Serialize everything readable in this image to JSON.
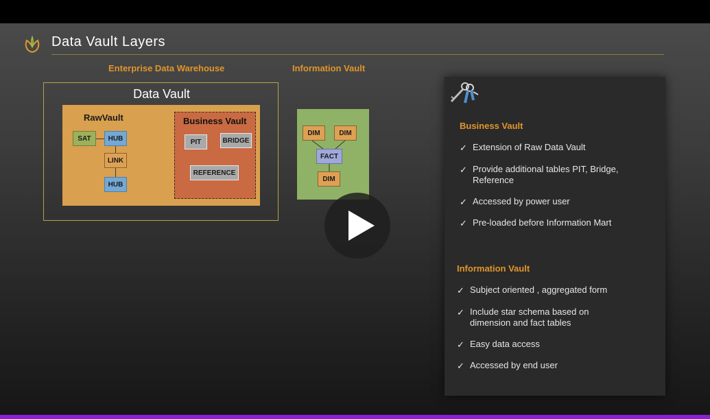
{
  "slide": {
    "title": "Data Vault Layers"
  },
  "headers": {
    "edw": "Enterprise Data Warehouse",
    "iv": "Information Vault"
  },
  "data_vault": {
    "title": "Data Vault",
    "raw_vault": {
      "title": "RawVault",
      "nodes": [
        "SAT",
        "HUB",
        "LINK",
        "HUB"
      ]
    },
    "business_vault": {
      "title": "Business Vault",
      "nodes": [
        "PIT",
        "BRIDGE",
        "REFERENCE"
      ]
    }
  },
  "info_vault_diagram": {
    "nodes": [
      "DIM",
      "DIM",
      "FACT",
      "DIM"
    ]
  },
  "panel": {
    "business_vault": {
      "heading": "Business Vault",
      "items": [
        "Extension of Raw Data Vault",
        "Provide additional tables PIT, Bridge, Reference",
        "Accessed by power user",
        "Pre-loaded before Information Mart"
      ]
    },
    "information_vault": {
      "heading": "Information Vault",
      "items": [
        "Subject oriented , aggregated form",
        "Include star schema based on dimension and fact tables",
        "Easy data access",
        "Accessed by end user"
      ]
    },
    "check_mark": "✓"
  },
  "colors": {
    "accent": "#e0952a",
    "progress": "#8a1fd8"
  },
  "icons": {
    "logo": "leaf-logo-icon",
    "keys": "keys-icon",
    "play": "play-icon"
  }
}
